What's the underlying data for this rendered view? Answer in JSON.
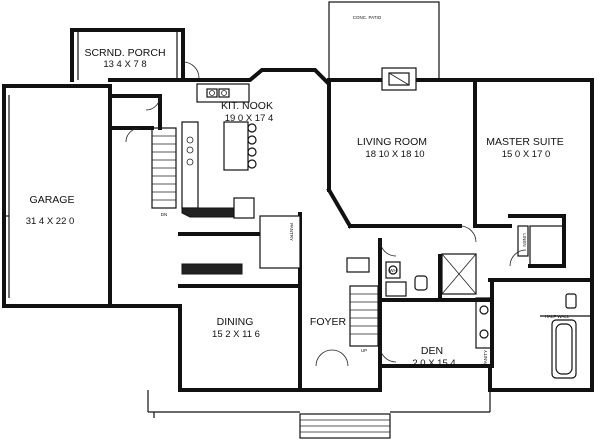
{
  "rooms": [
    {
      "id": "porch",
      "name": "SCRND. PORCH",
      "size": "13 4 X 7 8"
    },
    {
      "id": "kitnook",
      "name": "KIT. NOOK",
      "size": "19 0 X 17 4"
    },
    {
      "id": "living",
      "name": "LIVING ROOM",
      "size": "18 10 X 18 10"
    },
    {
      "id": "master",
      "name": "MASTER SUITE",
      "size": "15 0 X 17 0"
    },
    {
      "id": "garage",
      "name": "GARAGE",
      "size": "31 4 X 22 0"
    },
    {
      "id": "dining",
      "name": "DINING",
      "size": "15 2 X 11 6"
    },
    {
      "id": "foyer",
      "name": "FOYER",
      "size": ""
    },
    {
      "id": "den",
      "name": "DEN",
      "size": "2 0 X 15 4"
    }
  ],
  "labels": {
    "patio": "CONC. PATIO",
    "pantry": "PANTRY",
    "linen": "LINEN",
    "vanity": "VANITY",
    "half_wall": "HALF WALL",
    "wh": "WH",
    "dn": "DN",
    "up": "UP"
  }
}
